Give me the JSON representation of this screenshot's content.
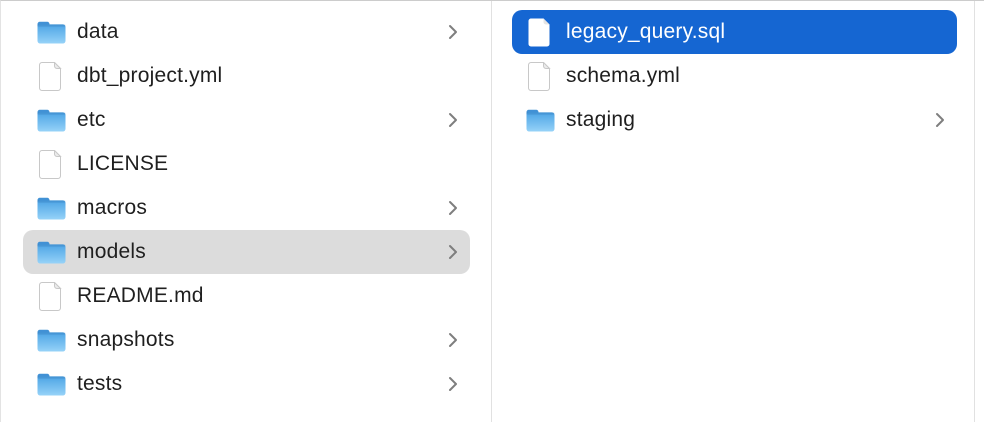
{
  "view": {
    "kind": "finder-column-view"
  },
  "colors": {
    "selection_blue": "#1566d2",
    "selection_gray": "#dcdcdc",
    "divider": "#e1e1e1",
    "text": "#1f1f1f",
    "selected_text": "#ffffff",
    "chevron": "#7e7e7e",
    "folder_top": "#4fa6e6",
    "folder_bottom": "#97d3f8"
  },
  "columns": [
    {
      "name": "column-1",
      "items": [
        {
          "label": "data",
          "type": "folder",
          "selected": false,
          "expandable": true
        },
        {
          "label": "dbt_project.yml",
          "type": "file",
          "selected": false,
          "expandable": false
        },
        {
          "label": "etc",
          "type": "folder",
          "selected": false,
          "expandable": true
        },
        {
          "label": "LICENSE",
          "type": "file",
          "selected": false,
          "expandable": false
        },
        {
          "label": "macros",
          "type": "folder",
          "selected": false,
          "expandable": true
        },
        {
          "label": "models",
          "type": "folder",
          "selected": true,
          "selection_style": "inactive-gray",
          "expandable": true
        },
        {
          "label": "README.md",
          "type": "file",
          "selected": false,
          "expandable": false
        },
        {
          "label": "snapshots",
          "type": "folder",
          "selected": false,
          "expandable": true
        },
        {
          "label": "tests",
          "type": "folder",
          "selected": false,
          "expandable": true
        }
      ]
    },
    {
      "name": "column-2",
      "items": [
        {
          "label": "legacy_query.sql",
          "type": "file",
          "selected": true,
          "selection_style": "active-blue",
          "expandable": false
        },
        {
          "label": "schema.yml",
          "type": "file",
          "selected": false,
          "expandable": false
        },
        {
          "label": "staging",
          "type": "folder",
          "selected": false,
          "expandable": true
        }
      ]
    }
  ]
}
